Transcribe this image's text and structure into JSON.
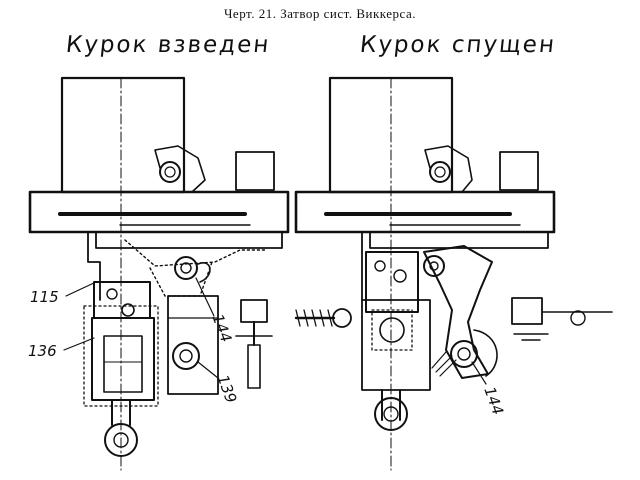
{
  "caption": "Черт. 21. Затвор сист. Виккерса.",
  "views": {
    "left": {
      "title": "Курок взведен"
    },
    "right": {
      "title": "Курок спущен"
    }
  },
  "callouts": {
    "c115": "115",
    "c136": "136",
    "c139": "139",
    "c144_left": "144",
    "c144_right": "144"
  },
  "colors": {
    "ink": "#111111",
    "paper": "#ffffff"
  }
}
